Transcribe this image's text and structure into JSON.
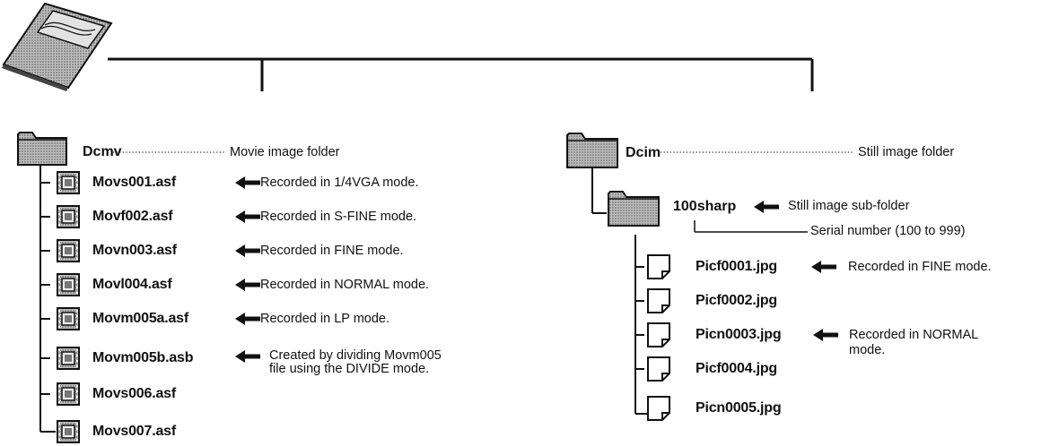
{
  "card_icon": "memory-card-icon",
  "movie_folder": {
    "name": "Dcmv",
    "description": "Movie image folder",
    "files": [
      {
        "name": "Movs001.asf",
        "note": "Recorded in 1/4VGA mode."
      },
      {
        "name": "Movf002.asf",
        "note": "Recorded in S-FINE mode."
      },
      {
        "name": "Movn003.asf",
        "note": "Recorded in FINE mode."
      },
      {
        "name": "Movl004.asf",
        "note": "Recorded in NORMAL mode."
      },
      {
        "name": "Movm005a.asf",
        "note": "Recorded in LP mode."
      },
      {
        "name": "Movm005b.asb",
        "note_line1": "Created by dividing Movm005",
        "note_line2": "file using the DIVIDE mode."
      },
      {
        "name": "Movs006.asf"
      },
      {
        "name": "Movs007.asf"
      }
    ]
  },
  "still_folder": {
    "name": "Dcim",
    "description": "Still image folder",
    "subfolder": {
      "name": "100sharp",
      "description": "Still image sub-folder",
      "serial_note": "Serial number (100 to 999)"
    },
    "files": [
      {
        "name": "Picf0001.jpg",
        "note": "Recorded in FINE mode."
      },
      {
        "name": "Picf0002.jpg"
      },
      {
        "name": "Picn0003.jpg",
        "note_line1": "Recorded in NORMAL",
        "note_line2": "mode."
      },
      {
        "name": "Picf0004.jpg"
      },
      {
        "name": "Picn0005.jpg"
      }
    ]
  },
  "colors": {
    "line": "#111111",
    "folder_fill": "#9a9a9a",
    "card_fill": "#8a8a8a"
  }
}
